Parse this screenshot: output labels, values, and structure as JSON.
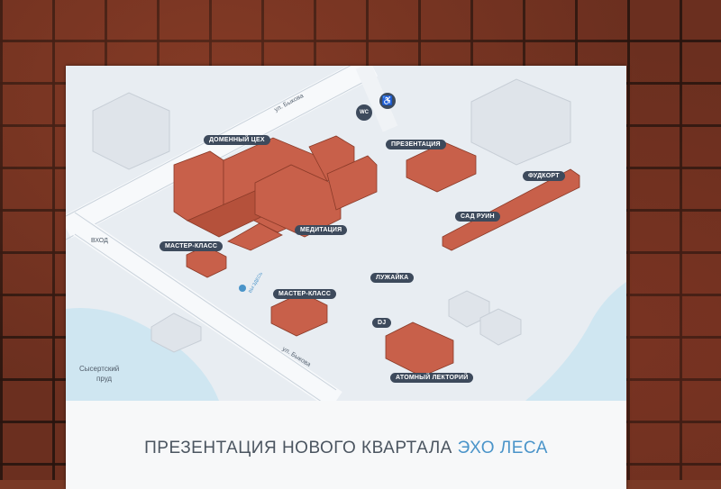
{
  "map_labels": {
    "blast_furnace": "ДОМЕННЫЙ ЦЕХ",
    "presentation": "ПРЕЗЕНТАЦИЯ",
    "food_court": "ФУДКОРТ",
    "ruin_garden": "САД РУИН",
    "entrance": "ВХОД",
    "masterclass_1": "МАСТЕР-КЛАСС",
    "meditation": "МЕДИТАЦИЯ",
    "lawn": "ЛУЖАЙКА",
    "masterclass_2": "МАСТЕР-КЛАСС",
    "dj": "DJ",
    "atomic_lecture": "АТОМНЫЙ ЛЕКТОРИЙ",
    "wc": "WC",
    "you_are_here": "ВЫ ЗДЕСЬ",
    "street_top": "ул. Быкова",
    "street_bottom": "ул. Быкова",
    "pond_line1": "Сысертский",
    "pond_line2": "пруд"
  },
  "footer": {
    "title_main": "ПРЕЗЕНТАЦИЯ НОВОГО КВАРТАЛА ",
    "title_accent": "ЭХО ЛЕСА"
  },
  "colors": {
    "building": "#c8604a",
    "building_dark": "#a4452f",
    "water": "#cfe6f1",
    "road": "#f7f9fb",
    "label_bg": "#3d4a5c",
    "accent": "#4a94c9"
  }
}
